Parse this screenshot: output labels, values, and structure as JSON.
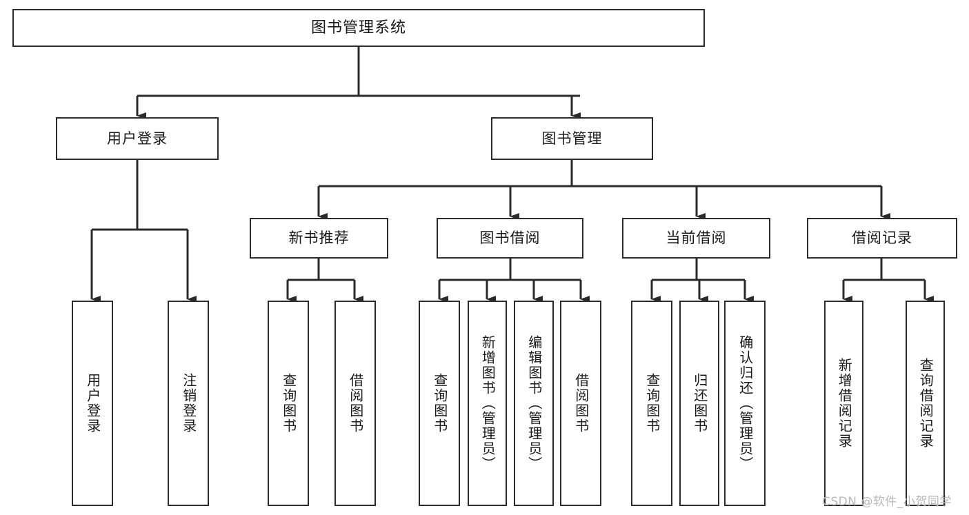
{
  "diagram": {
    "type": "tree",
    "title": "图书管理系统",
    "orientation": "top-down",
    "colors": {
      "box_border": "#2b2b2b",
      "box_fill": "#ffffff",
      "connector": "#2b2b2b",
      "background": "#ffffff",
      "watermark": "#b9b9b9"
    }
  },
  "root": {
    "label": "图书管理系统"
  },
  "level2": [
    {
      "label": "用户登录"
    },
    {
      "label": "图书管理"
    }
  ],
  "level3": [
    {
      "label": "新书推荐"
    },
    {
      "label": "图书借阅"
    },
    {
      "label": "当前借阅"
    },
    {
      "label": "借阅记录"
    }
  ],
  "leaves": {
    "user_login": [
      {
        "label": "用户登录"
      },
      {
        "label": "注销登录"
      }
    ],
    "new_book_recommend": [
      {
        "label": "查询图书"
      },
      {
        "label": "借阅图书"
      }
    ],
    "book_borrow": [
      {
        "label": "查询图书"
      },
      {
        "label": "新增图书（管理员）"
      },
      {
        "label": "编辑图书（管理员）"
      },
      {
        "label": "借阅图书"
      }
    ],
    "current_borrow": [
      {
        "label": "查询图书"
      },
      {
        "label": "归还图书"
      },
      {
        "label": "确认归还（管理员）"
      }
    ],
    "borrow_record": [
      {
        "label": "新增借阅记录"
      },
      {
        "label": "查询借阅记录"
      }
    ]
  },
  "watermark": {
    "text": "CSDN @软件_小贺同学"
  }
}
